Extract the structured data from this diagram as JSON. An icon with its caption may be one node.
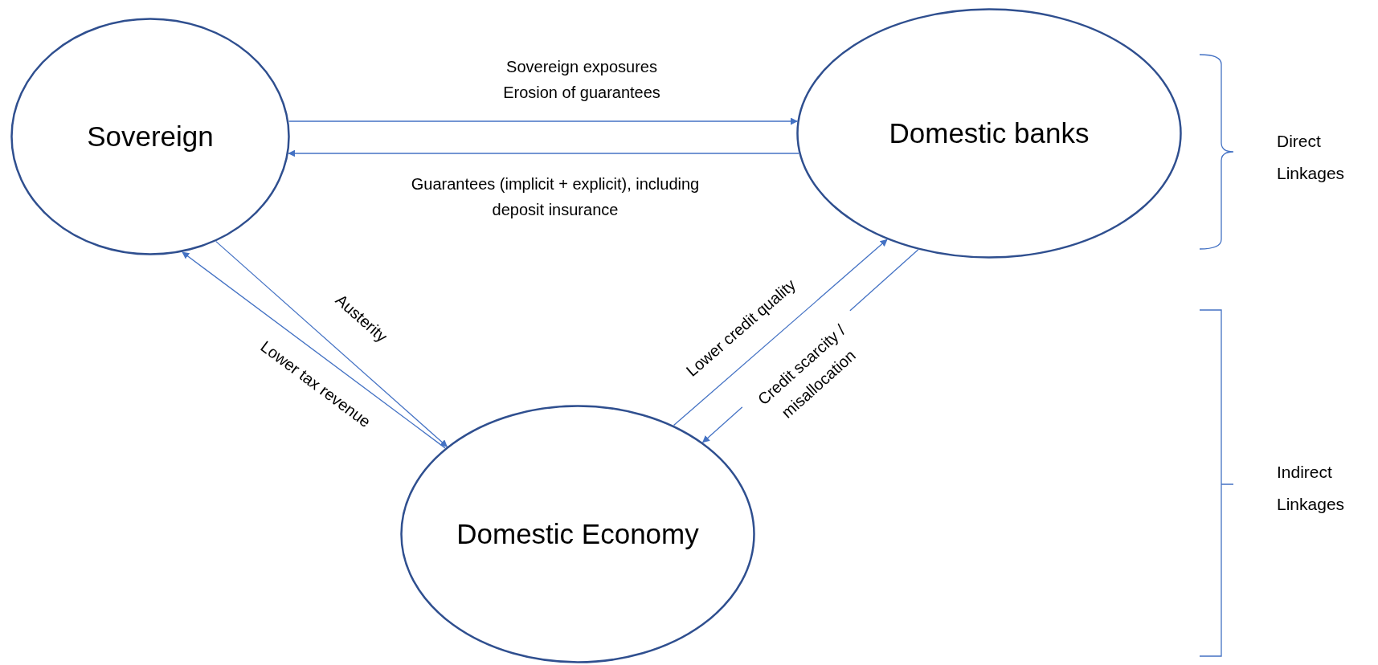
{
  "diagram": {
    "nodes": [
      {
        "text": [
          "Sovereign"
        ]
      },
      {
        "text": [
          "Domestic banks"
        ]
      },
      {
        "text": [
          "Domestic Economy"
        ]
      }
    ],
    "edges": [
      {
        "from": 0,
        "to": 1,
        "arrow": "to",
        "label": "Sovereign exposures Erosion of guarantees"
      },
      {
        "from": 1,
        "to": 0,
        "arrow": "to",
        "label": "Guarantees (implicit + explicit), including deposit insurance"
      },
      {
        "from": 0,
        "to": 2,
        "arrow": "to",
        "label": "Austerity"
      },
      {
        "from": 2,
        "to": 0,
        "arrow": "to",
        "label": "Lower tax revenue"
      },
      {
        "from": 2,
        "to": 1,
        "arrow": "to",
        "label": "Lower credit quality"
      },
      {
        "from": 1,
        "to": 2,
        "arrow": "to",
        "label": "Credit scarcity / misallocation"
      }
    ],
    "labels": [
      "Direct Linkages",
      "Indirect Linkages"
    ]
  }
}
